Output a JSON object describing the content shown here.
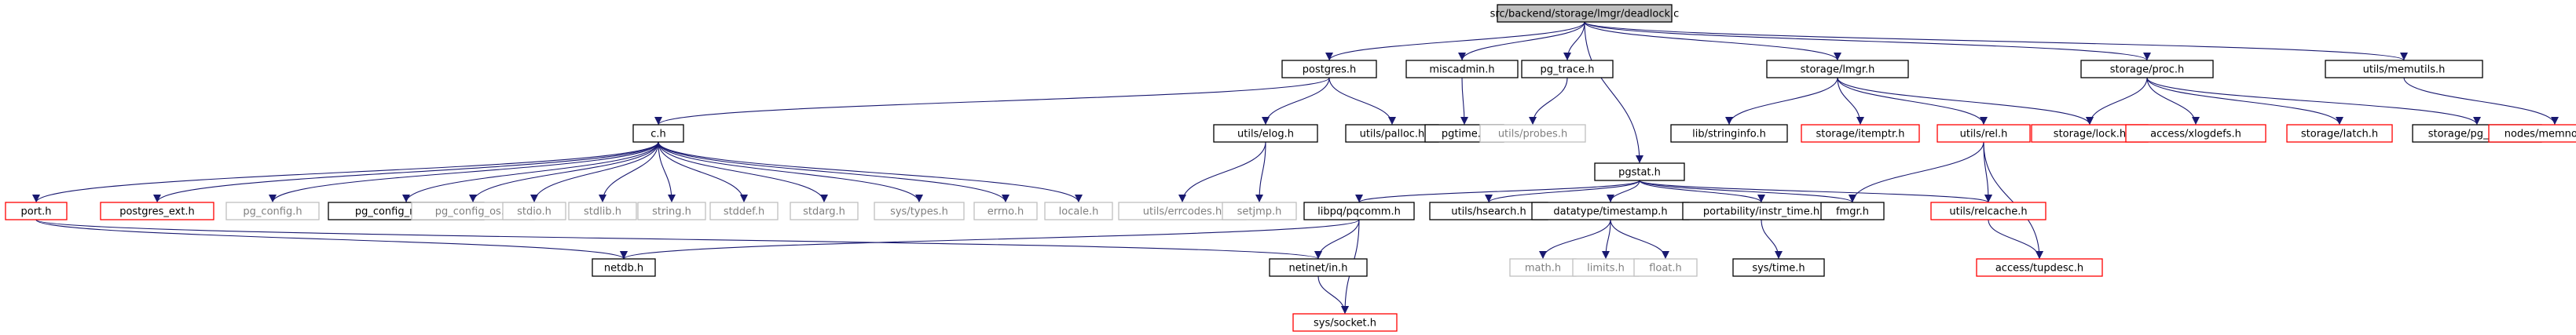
{
  "colors": {
    "edge": "#191970",
    "root_fill": "#bfbfbf",
    "normal_border": "#000000",
    "incomplete_border": "#ff0000",
    "external_border": "#bfbfbf",
    "text_normal": "#000000",
    "text_external": "#7f7f7f"
  },
  "nodes": [
    {
      "id": "root",
      "label": "src/backend/storage/lmgr/deadlock.c",
      "kind": "root"
    },
    {
      "id": "postgres",
      "label": "postgres.h",
      "kind": "normal"
    },
    {
      "id": "miscadmin",
      "label": "miscadmin.h",
      "kind": "normal"
    },
    {
      "id": "pg_trace",
      "label": "pg_trace.h",
      "kind": "normal"
    },
    {
      "id": "pgstat",
      "label": "pgstat.h",
      "kind": "normal"
    },
    {
      "id": "lmgr",
      "label": "storage/lmgr.h",
      "kind": "normal"
    },
    {
      "id": "proc",
      "label": "storage/proc.h",
      "kind": "normal"
    },
    {
      "id": "memutils",
      "label": "utils/memutils.h",
      "kind": "normal"
    },
    {
      "id": "c",
      "label": "c.h",
      "kind": "normal"
    },
    {
      "id": "elog",
      "label": "utils/elog.h",
      "kind": "normal"
    },
    {
      "id": "palloc",
      "label": "utils/palloc.h",
      "kind": "normal"
    },
    {
      "id": "pgtime",
      "label": "pgtime.h",
      "kind": "normal"
    },
    {
      "id": "probes",
      "label": "utils/probes.h",
      "kind": "external"
    },
    {
      "id": "stringinfo",
      "label": "lib/stringinfo.h",
      "kind": "normal"
    },
    {
      "id": "itemptr",
      "label": "storage/itemptr.h",
      "kind": "incomplete"
    },
    {
      "id": "rel",
      "label": "utils/rel.h",
      "kind": "incomplete"
    },
    {
      "id": "lock",
      "label": "storage/lock.h",
      "kind": "incomplete"
    },
    {
      "id": "xlogdefs",
      "label": "access/xlogdefs.h",
      "kind": "incomplete"
    },
    {
      "id": "latch",
      "label": "storage/latch.h",
      "kind": "incomplete"
    },
    {
      "id": "pg_sema",
      "label": "storage/pg_sema.h",
      "kind": "normal"
    },
    {
      "id": "memnodes",
      "label": "nodes/memnodes.h",
      "kind": "incomplete"
    },
    {
      "id": "port",
      "label": "port.h",
      "kind": "incomplete"
    },
    {
      "id": "postgres_ext",
      "label": "postgres_ext.h",
      "kind": "incomplete"
    },
    {
      "id": "pg_config",
      "label": "pg_config.h",
      "kind": "external"
    },
    {
      "id": "pg_config_manual",
      "label": "pg_config_manual.h",
      "kind": "normal"
    },
    {
      "id": "pg_config_os",
      "label": "pg_config_os.h",
      "kind": "external"
    },
    {
      "id": "stdio",
      "label": "stdio.h",
      "kind": "external"
    },
    {
      "id": "stdlib",
      "label": "stdlib.h",
      "kind": "external"
    },
    {
      "id": "string",
      "label": "string.h",
      "kind": "external"
    },
    {
      "id": "stddef",
      "label": "stddef.h",
      "kind": "external"
    },
    {
      "id": "stdarg",
      "label": "stdarg.h",
      "kind": "external"
    },
    {
      "id": "systypes",
      "label": "sys/types.h",
      "kind": "external"
    },
    {
      "id": "errno",
      "label": "errno.h",
      "kind": "external"
    },
    {
      "id": "locale",
      "label": "locale.h",
      "kind": "external"
    },
    {
      "id": "errcodes",
      "label": "utils/errcodes.h",
      "kind": "external"
    },
    {
      "id": "setjmp",
      "label": "setjmp.h",
      "kind": "external"
    },
    {
      "id": "pqcomm",
      "label": "libpq/pqcomm.h",
      "kind": "normal"
    },
    {
      "id": "hsearch",
      "label": "utils/hsearch.h",
      "kind": "normal"
    },
    {
      "id": "timestamp",
      "label": "datatype/timestamp.h",
      "kind": "normal"
    },
    {
      "id": "instr_time",
      "label": "portability/instr_time.h",
      "kind": "normal"
    },
    {
      "id": "fmgr",
      "label": "fmgr.h",
      "kind": "normal"
    },
    {
      "id": "relcache",
      "label": "utils/relcache.h",
      "kind": "incomplete"
    },
    {
      "id": "netdb",
      "label": "netdb.h",
      "kind": "normal"
    },
    {
      "id": "netinet",
      "label": "netinet/in.h",
      "kind": "normal"
    },
    {
      "id": "math",
      "label": "math.h",
      "kind": "external"
    },
    {
      "id": "limits",
      "label": "limits.h",
      "kind": "external"
    },
    {
      "id": "float",
      "label": "float.h",
      "kind": "external"
    },
    {
      "id": "systime",
      "label": "sys/time.h",
      "kind": "normal"
    },
    {
      "id": "tupdesc",
      "label": "access/tupdesc.h",
      "kind": "incomplete"
    },
    {
      "id": "syssocket",
      "label": "sys/socket.h",
      "kind": "incomplete"
    }
  ],
  "edges": [
    [
      "root",
      "postgres"
    ],
    [
      "root",
      "miscadmin"
    ],
    [
      "root",
      "pg_trace"
    ],
    [
      "root",
      "pgstat"
    ],
    [
      "root",
      "lmgr"
    ],
    [
      "root",
      "proc"
    ],
    [
      "root",
      "memutils"
    ],
    [
      "postgres",
      "c"
    ],
    [
      "postgres",
      "elog"
    ],
    [
      "postgres",
      "palloc"
    ],
    [
      "miscadmin",
      "pgtime"
    ],
    [
      "pg_trace",
      "probes"
    ],
    [
      "c",
      "port"
    ],
    [
      "c",
      "postgres_ext"
    ],
    [
      "c",
      "pg_config"
    ],
    [
      "c",
      "pg_config_manual"
    ],
    [
      "c",
      "pg_config_os"
    ],
    [
      "c",
      "stdio"
    ],
    [
      "c",
      "stdlib"
    ],
    [
      "c",
      "string"
    ],
    [
      "c",
      "stddef"
    ],
    [
      "c",
      "stdarg"
    ],
    [
      "c",
      "systypes"
    ],
    [
      "c",
      "errno"
    ],
    [
      "c",
      "locale"
    ],
    [
      "elog",
      "errcodes"
    ],
    [
      "elog",
      "setjmp"
    ],
    [
      "pgstat",
      "pqcomm"
    ],
    [
      "pgstat",
      "hsearch"
    ],
    [
      "pgstat",
      "timestamp"
    ],
    [
      "pgstat",
      "instr_time"
    ],
    [
      "pgstat",
      "fmgr"
    ],
    [
      "pgstat",
      "relcache"
    ],
    [
      "lmgr",
      "stringinfo"
    ],
    [
      "lmgr",
      "itemptr"
    ],
    [
      "lmgr",
      "rel"
    ],
    [
      "lmgr",
      "lock"
    ],
    [
      "rel",
      "fmgr"
    ],
    [
      "rel",
      "relcache"
    ],
    [
      "rel",
      "tupdesc"
    ],
    [
      "proc",
      "lock"
    ],
    [
      "proc",
      "xlogdefs"
    ],
    [
      "proc",
      "latch"
    ],
    [
      "proc",
      "pg_sema"
    ],
    [
      "memutils",
      "memnodes"
    ],
    [
      "port",
      "netdb"
    ],
    [
      "port",
      "netinet"
    ],
    [
      "pqcomm",
      "netdb"
    ],
    [
      "pqcomm",
      "netinet"
    ],
    [
      "pqcomm",
      "syssocket"
    ],
    [
      "netinet",
      "syssocket"
    ],
    [
      "timestamp",
      "math"
    ],
    [
      "timestamp",
      "limits"
    ],
    [
      "timestamp",
      "float"
    ],
    [
      "instr_time",
      "systime"
    ],
    [
      "relcache",
      "tupdesc"
    ]
  ]
}
